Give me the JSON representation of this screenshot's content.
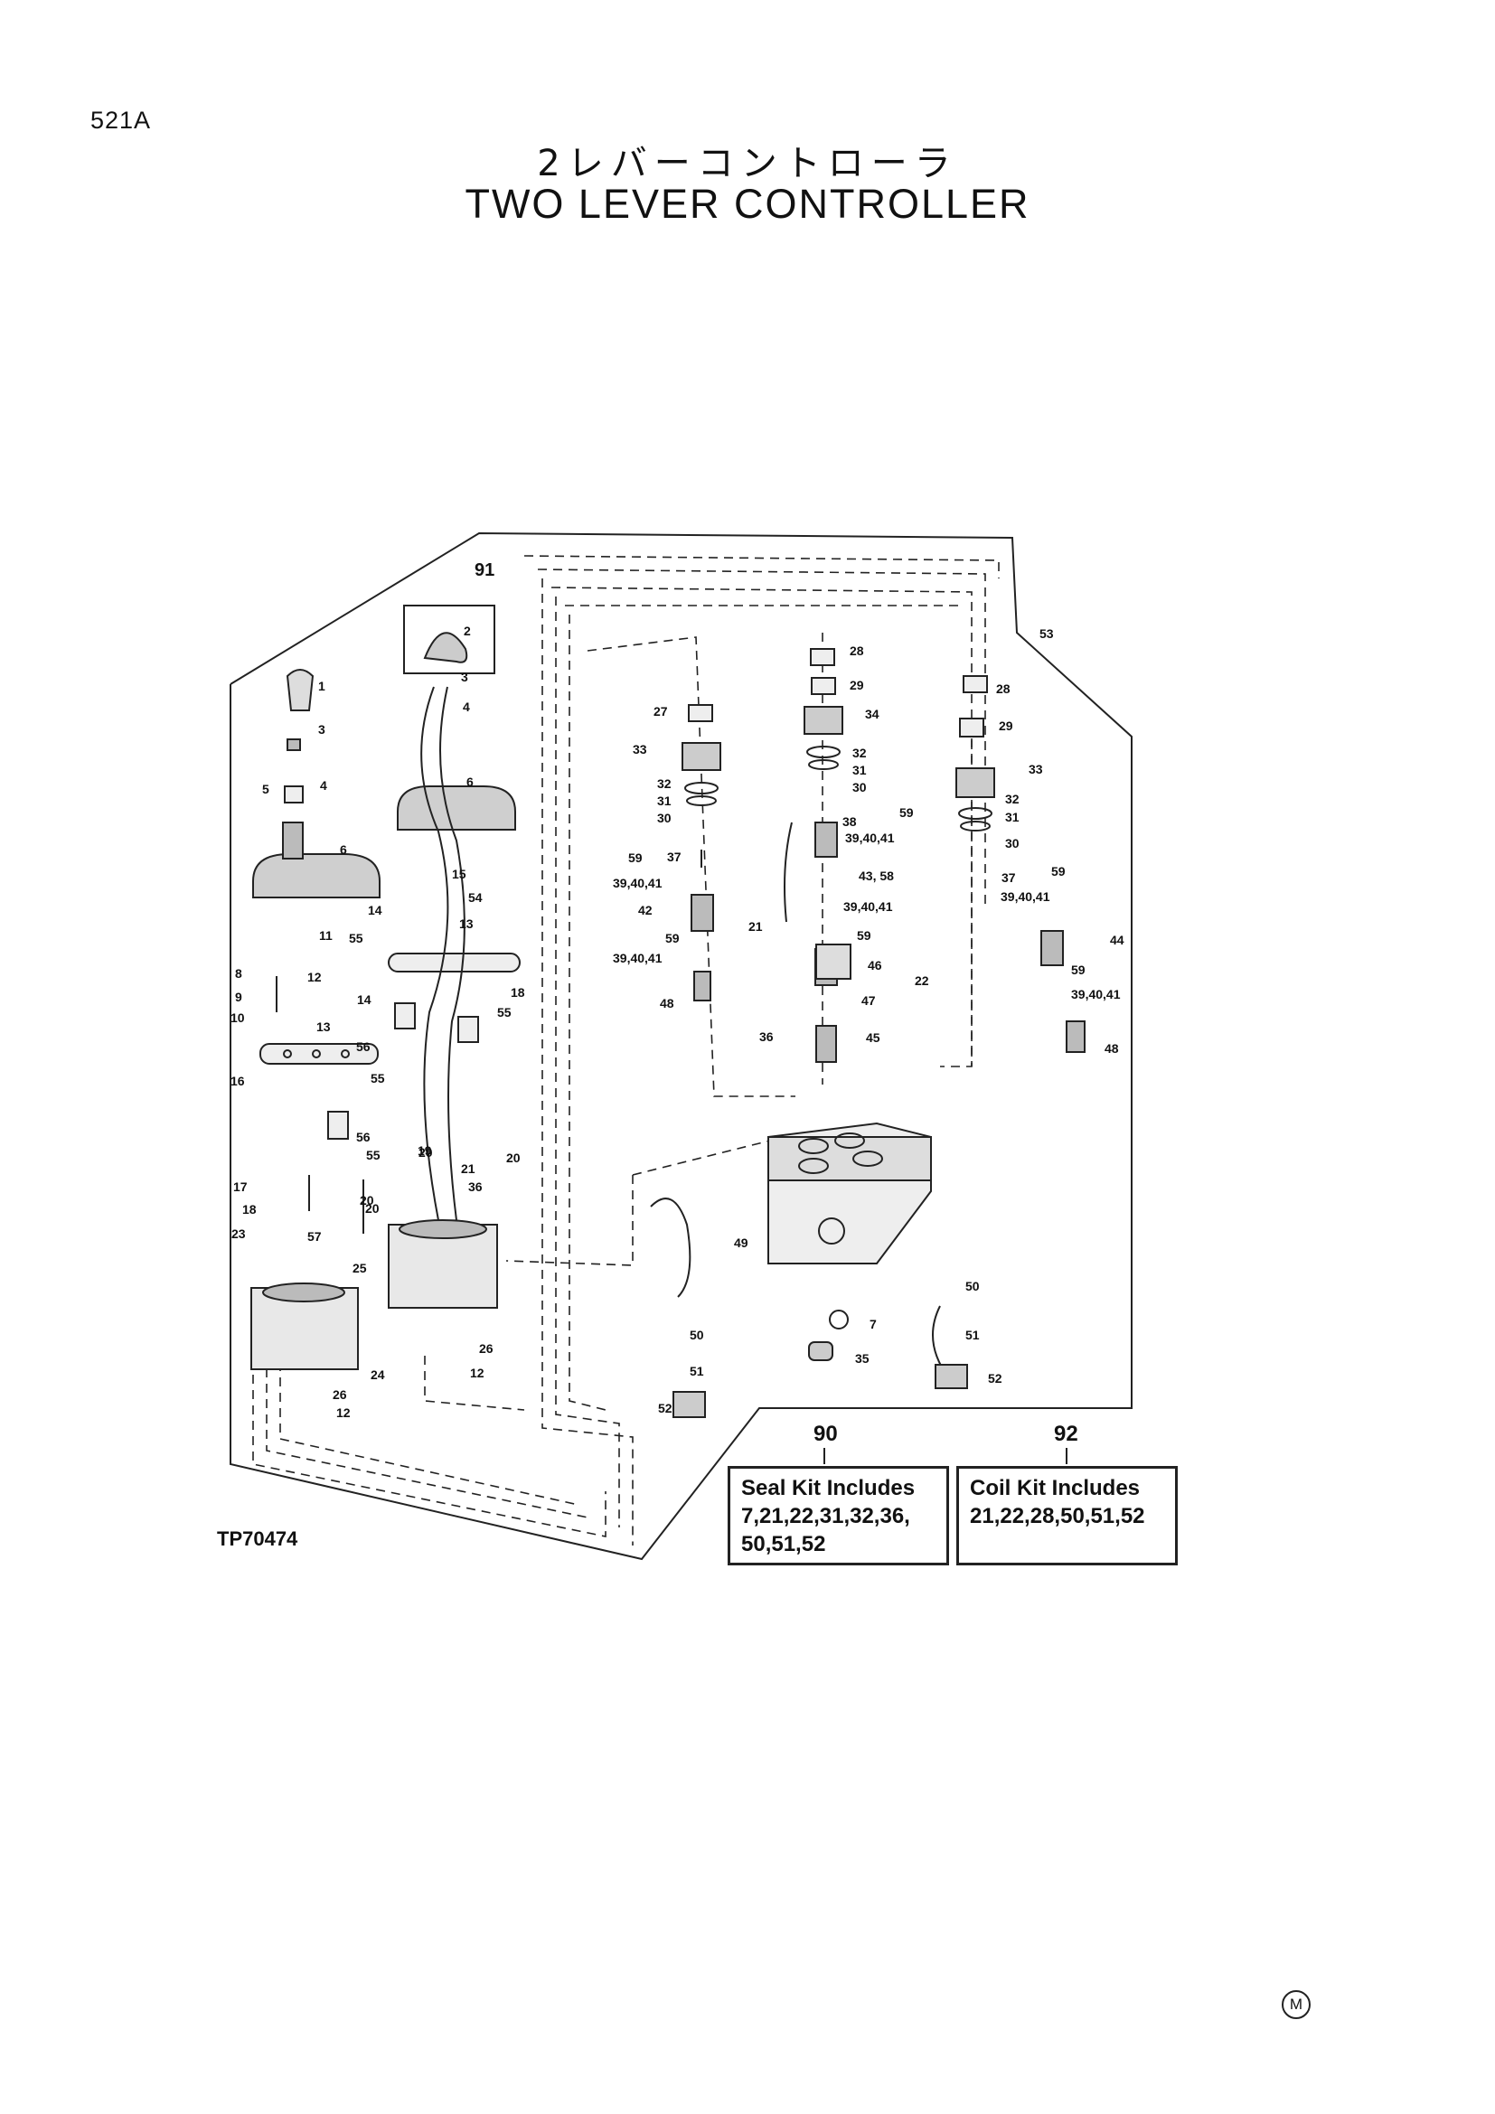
{
  "page_code": "521A",
  "title_jp": "2レバーコントローラ",
  "title_en": "TWO LEVER CONTROLLER",
  "figure_id": "TP70474",
  "corner_mark": "M",
  "seal_kit": {
    "number": "90",
    "heading": "Seal Kit Includes",
    "parts": "7,21,22,31,32,36, 50,51,52"
  },
  "coil_kit": {
    "number": "92",
    "heading": "Coil Kit Includes",
    "parts": "21,22,28,50,51,52"
  },
  "callouts": [
    "1",
    "2",
    "3",
    "4",
    "5",
    "6",
    "8",
    "9",
    "10",
    "11",
    "12",
    "13",
    "14",
    "15",
    "16",
    "17",
    "18",
    "19",
    "20",
    "21",
    "22",
    "23",
    "24",
    "25",
    "26",
    "27",
    "28",
    "29",
    "30",
    "31",
    "32",
    "33",
    "34",
    "35",
    "36",
    "37",
    "38",
    "39,40,41",
    "42",
    "43, 58",
    "44",
    "45",
    "46",
    "47",
    "48",
    "49",
    "50",
    "51",
    "52",
    "53",
    "54",
    "55",
    "56",
    "57",
    "59",
    "91"
  ]
}
